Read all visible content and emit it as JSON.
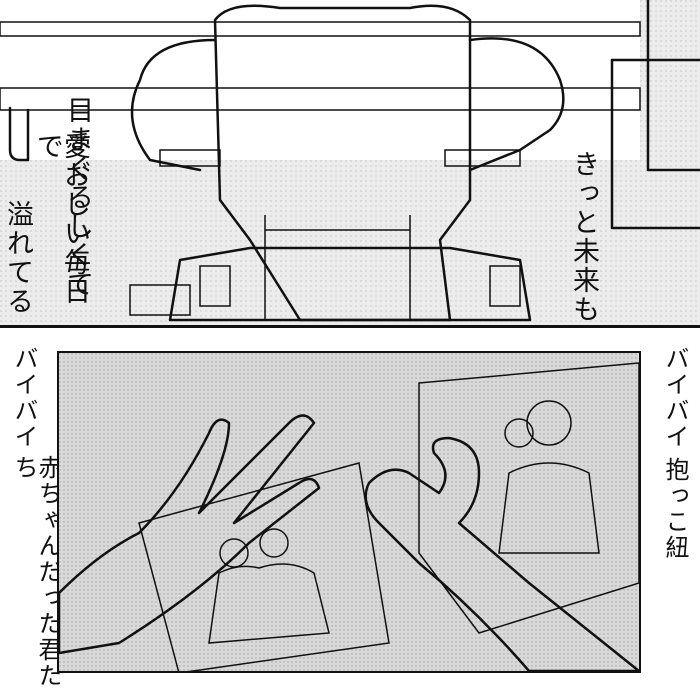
{
  "panels": {
    "top": {
      "caption_right": "きっと未来も",
      "caption_left_lines": [
        "目まぐるしくて",
        "愛おしい毎日で",
        "溢れてる"
      ]
    },
    "bottom": {
      "caption_right_1": "バイバイ",
      "caption_right_2": "抱っこ紐",
      "caption_left_1": "バイバイ",
      "caption_left_2": "赤ちゃんだった君たち"
    }
  },
  "colors": {
    "ink": "#111111",
    "tone": "#cfcfcf",
    "paper": "#ffffff"
  }
}
